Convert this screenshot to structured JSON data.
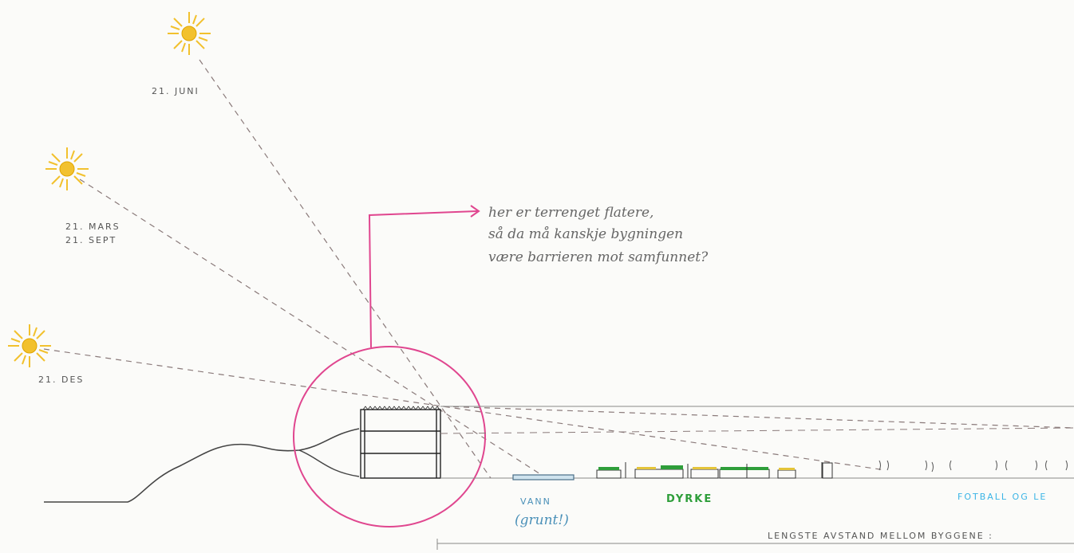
{
  "sun_labels": {
    "june": "21. JUNI",
    "march": "21. MARS",
    "sept": "21. SEPT",
    "dec": "21. DES"
  },
  "annotation": {
    "line1": "her er terrenget flatere,",
    "line2": "så da må kanskje bygningen",
    "line3": "være barrieren mot samfunnet?"
  },
  "zones": {
    "water": "VANN",
    "water_note": "(grunt!)",
    "farming": "DYRKE",
    "play": "FOTBALL OG LE"
  },
  "footer_label": "LENGSTE AVSTAND MELLOM BYGGENE :",
  "colors": {
    "sun": "#f2c12e",
    "annotation": "#e0468f",
    "water": "#4a90b8",
    "farming": "#2e9e3a",
    "play": "#3ab4e6",
    "ink": "#555555",
    "ray": "#8a7a7a"
  }
}
